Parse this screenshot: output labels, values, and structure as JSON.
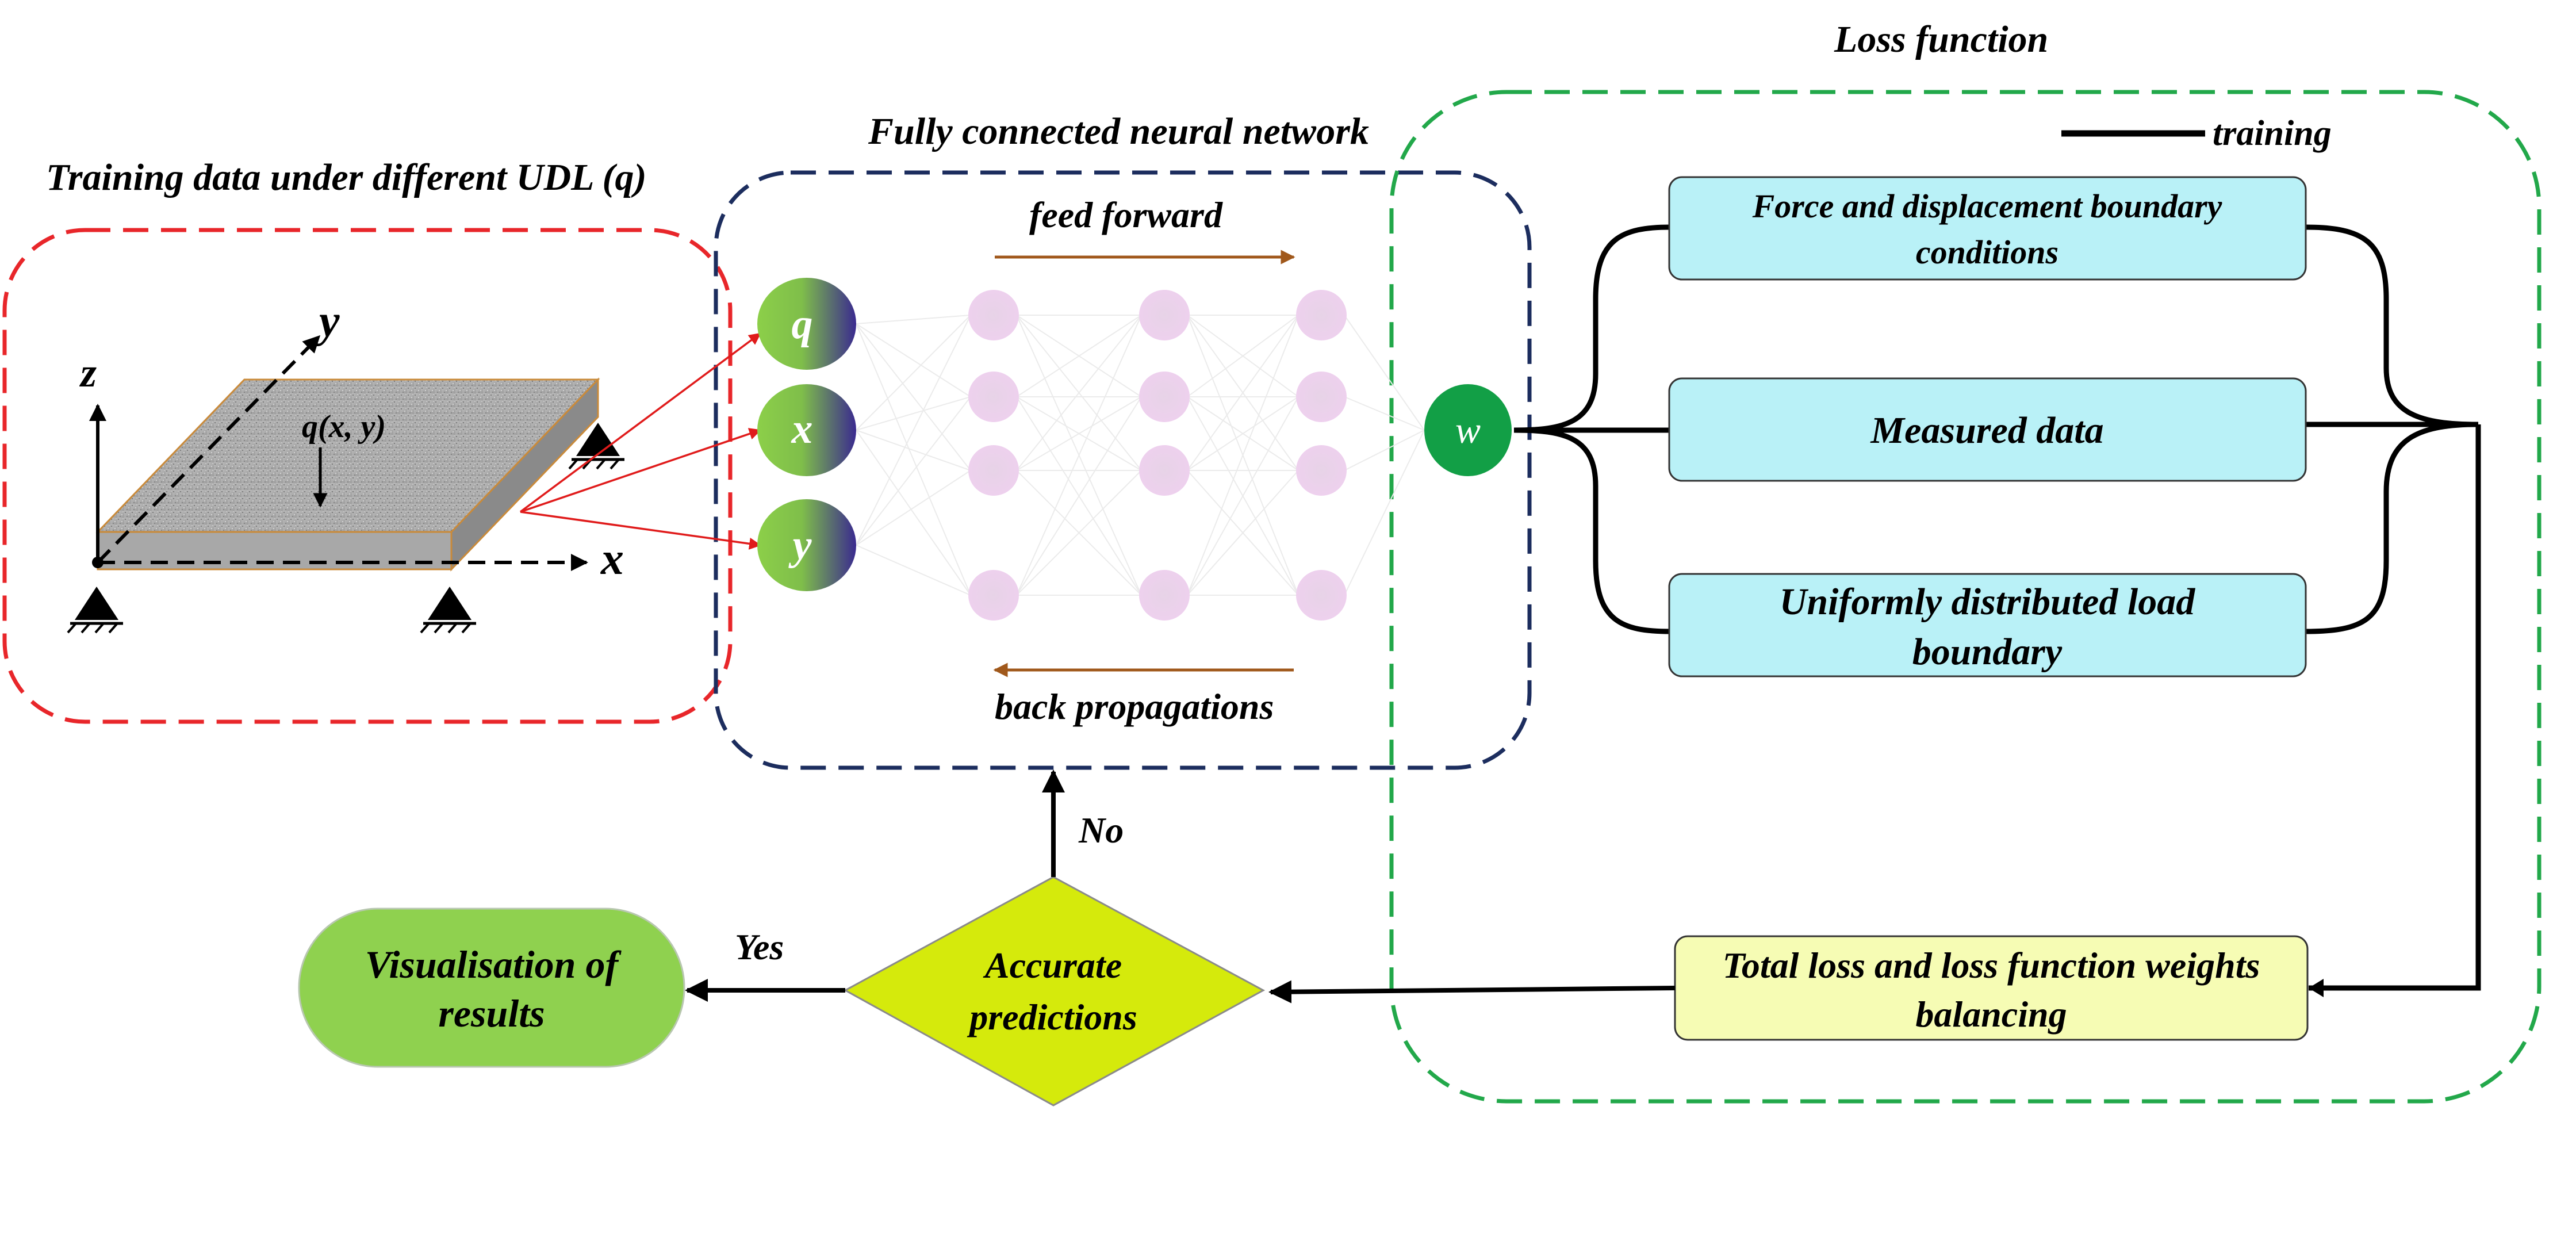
{
  "titles": {
    "training_data": "Training  data under different UDL (q)",
    "network": "Fully connected neural network",
    "loss": "Loss function"
  },
  "plate": {
    "axis_z": "z",
    "axis_y": "y",
    "axis_x": "x",
    "load": "q(x, y)"
  },
  "network": {
    "inputs": [
      "q",
      "x",
      "y"
    ],
    "output": "w",
    "hidden_layers": [
      4,
      4,
      4
    ],
    "feed_forward": "feed forward",
    "back_propagation": "back propagations"
  },
  "loss": {
    "legend": "training",
    "boxes": {
      "force_disp": [
        "Force and displacement boundary",
        "conditions"
      ],
      "measured": "Measured data",
      "udl": [
        "Uniformly distributed  load",
        "boundary"
      ],
      "total": [
        "Total loss and loss function weights",
        "balancing"
      ]
    }
  },
  "decision": {
    "text": [
      "Accurate",
      "predictions"
    ],
    "no": "No",
    "yes": "Yes"
  },
  "result": {
    "text": [
      "Visualisation of",
      "results"
    ]
  },
  "colors": {
    "red_dash": "#e8262a",
    "navy_dash": "#1c2d5e",
    "green_dash": "#22a84a",
    "cyan_box": "#b9f1f7",
    "yellow_box": "#f6fcb4",
    "diamond": "#d5ea0c",
    "result_pill": "#8fd14f",
    "output_node": "#129f46",
    "arrow_brown": "#a0581b",
    "neuron": "#ead6ea"
  }
}
